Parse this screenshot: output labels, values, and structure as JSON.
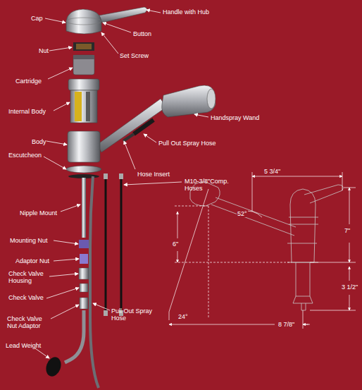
{
  "diagram": {
    "labels": [
      "Handle with Hub",
      "Cap",
      "Button",
      "Nut",
      "Set Screw",
      "Cartridge",
      "Internal Body",
      "Handspray Wand",
      "Pull Out Spray Hose",
      "Body",
      "Hose Insert",
      "Escutcheon",
      "M10-3/8\"Comp. Hoses",
      "Nipple Mount",
      "Mounting Nut",
      "Adaptor Nut",
      "Check Valve Housing",
      "Check Valve",
      "Check Valve Nut Adaptor",
      "Pull Out Spray Hose",
      "Lead Weight",
      "5 3/4\"",
      "52°",
      "6\"",
      "7\"",
      "3 1/2\"",
      "24°",
      "8 7/8\""
    ]
  }
}
